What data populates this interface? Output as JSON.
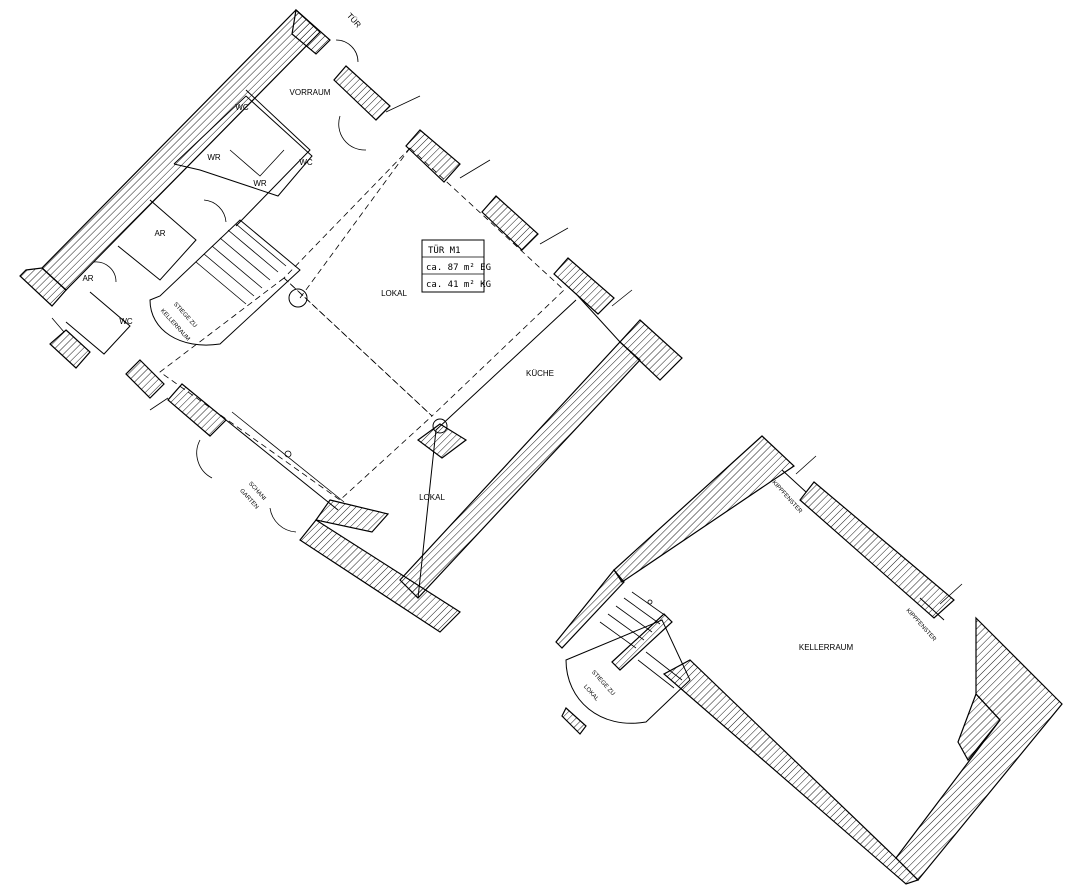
{
  "upper_plan": {
    "door_label": "TÜR",
    "rooms": {
      "vorraum": "VORRAUM",
      "wc_top": "WC",
      "wr_left": "WR",
      "wr_right": "WR",
      "wc_right": "WC",
      "ar_upper": "AR",
      "ar_lower": "AR",
      "wc_lower": "WC",
      "lokal_main": "LOKAL",
      "lokal_lower": "LOKAL",
      "kueche": "KÜCHE",
      "stair_line1": "STIEGE ZU",
      "stair_line2": "KELLERRAUM",
      "garden_line1": "SCHANI",
      "garden_line2": "GARTEN"
    },
    "info_box": {
      "line1": "TÜR M1",
      "line2": "ca. 87 m² EG",
      "line3": "ca. 41 m² KG"
    }
  },
  "lower_plan": {
    "rooms": {
      "kellerraum": "KELLERRAUM",
      "stair_line1": "STIEGE ZU",
      "stair_line2": "LOKAL",
      "window_top": "KIPPFENSTER",
      "window_right": "KIPPFENSTER"
    }
  }
}
